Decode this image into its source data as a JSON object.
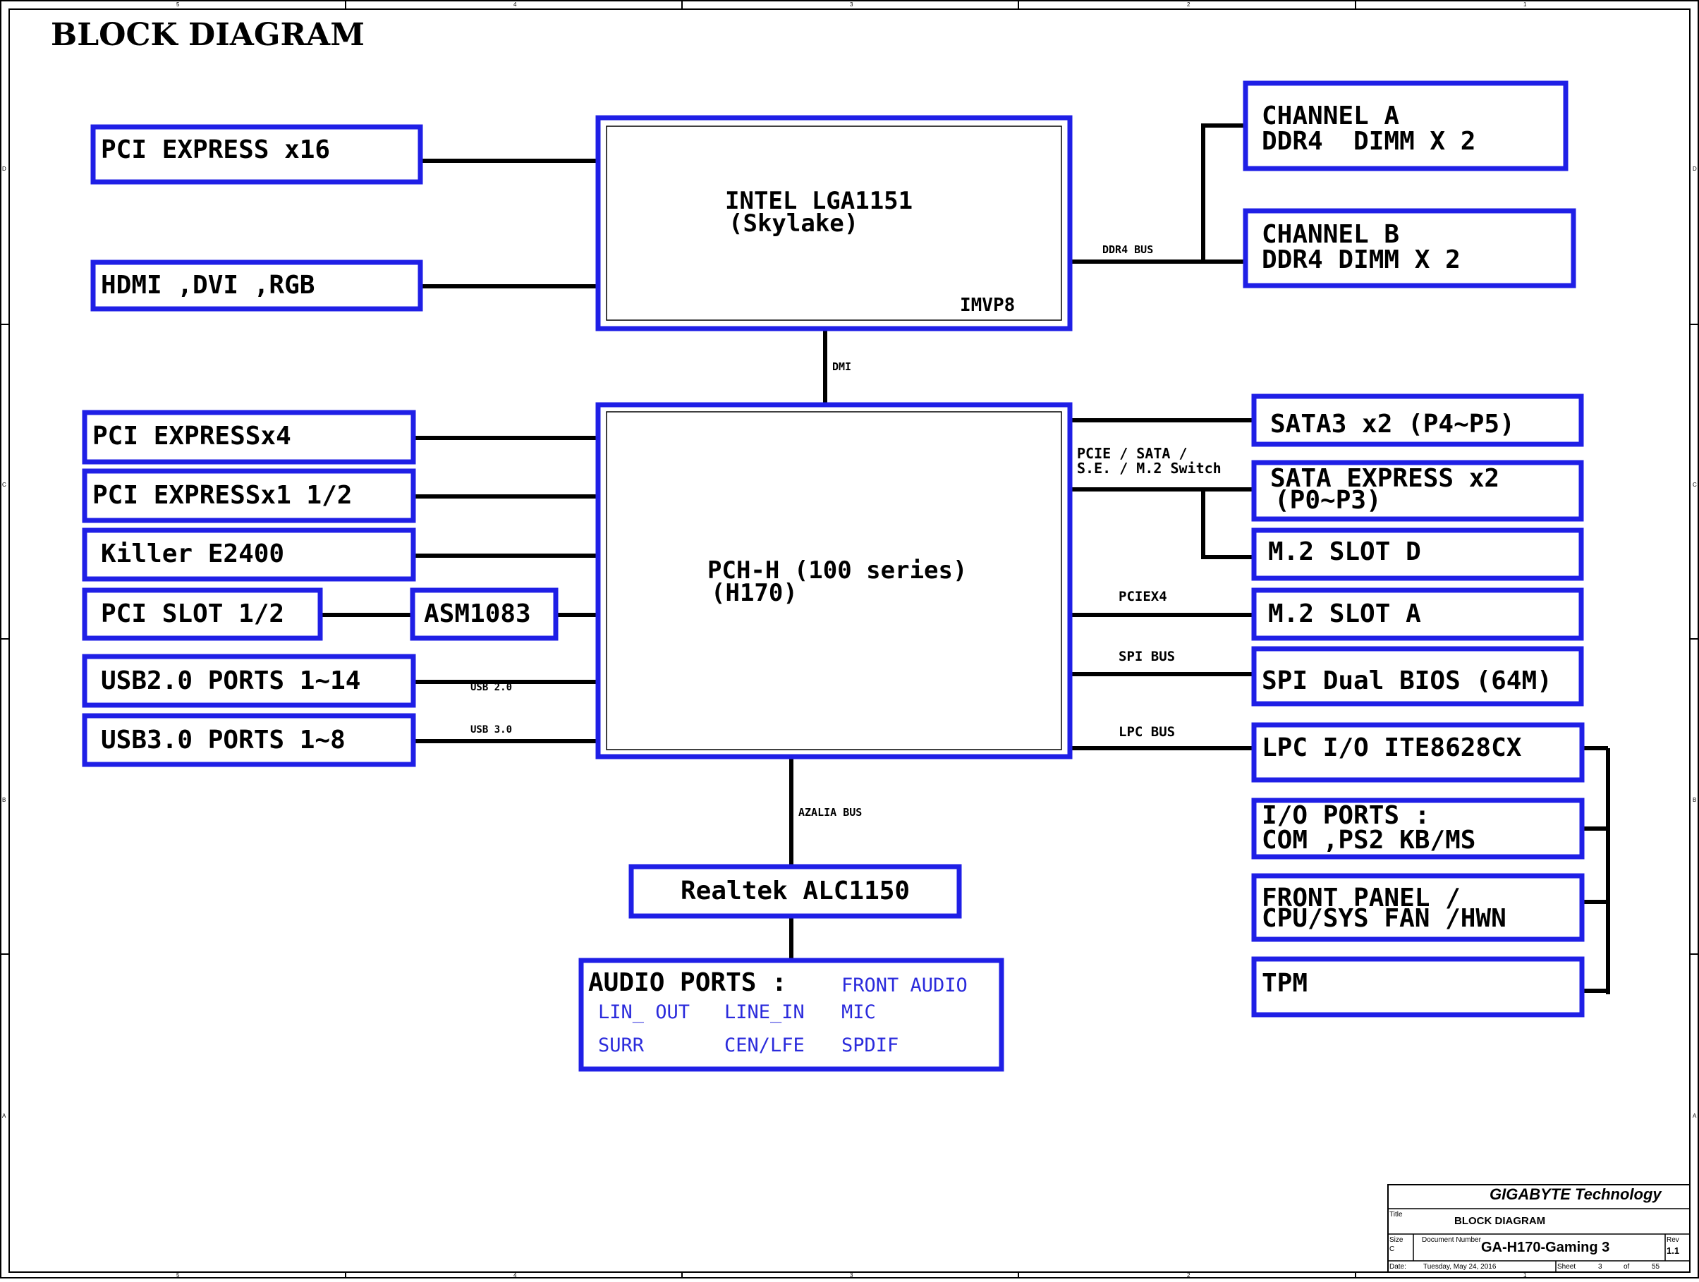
{
  "page_title": "BLOCK DIAGRAM",
  "zone_columns": [
    "5",
    "4",
    "3",
    "2",
    "1"
  ],
  "zone_rows": [
    "D",
    "C",
    "B",
    "A"
  ],
  "blocks": {
    "pci_express_x16": "PCI EXPRESS x16",
    "hdmi_dvi_rgb": "HDMI ,DVI ,RGB",
    "cpu_line1": "INTEL LGA1151",
    "cpu_line2": "(Skylake)",
    "cpu_vr": "IMVP8",
    "channel_a_line1": "CHANNEL A",
    "channel_a_line2": "DDR4  DIMM X 2",
    "channel_b_line1": "CHANNEL B",
    "channel_b_line2": "DDR4 DIMM X 2",
    "pci_express_x4": "PCI EXPRESSx4",
    "pci_express_x1": "PCI EXPRESSx1 1/2",
    "killer": "Killer E2400",
    "pci_slot": "PCI SLOT 1/2",
    "asm1083": "ASM1083",
    "usb2_ports": "USB2.0 PORTS 1~14",
    "usb3_ports": "USB3.0 PORTS 1~8",
    "pch_line1": "PCH-H (100 series)",
    "pch_line2": "(H170)",
    "sata3": "SATA3 x2 (P4~P5)",
    "sata_express_line1": "SATA EXPRESS x2",
    "sata_express_line2": "(P0~P3)",
    "m2_slot_d": "M.2 SLOT D",
    "m2_slot_a": "M.2 SLOT A",
    "spi_bios": "SPI Dual BIOS (64M)",
    "lpc_io": "LPC I/O ITE8628CX",
    "io_ports_line1": "I/O PORTS :",
    "io_ports_line2": "COM ,PS2 KB/MS",
    "front_panel_line1": "FRONT PANEL /",
    "front_panel_line2": "CPU/SYS FAN /HWN",
    "tpm": "TPM",
    "realtek": "Realtek ALC1150",
    "audio_ports_label": "AUDIO PORTS :",
    "audio_front": "FRONT AUDIO",
    "audio_lin_out": "LIN_ OUT",
    "audio_line_in": "LINE_IN",
    "audio_mic": "MIC",
    "audio_surr": "SURR",
    "audio_cen_lfe": "CEN/LFE",
    "audio_spdif": "SPDIF"
  },
  "buses": {
    "ddr4_bus": "DDR4 BUS",
    "dmi": "DMI",
    "pcie_sata_line1": "PCIE / SATA /",
    "pcie_sata_line2": "S.E. / M.2 Switch",
    "pciex4": "PCIEX4",
    "spi_bus": "SPI BUS",
    "lpc_bus": "LPC BUS",
    "usb20": "USB 2.0",
    "usb30": "USB 3.0",
    "azalia_bus": "AZALIA BUS"
  },
  "title_block": {
    "company": "GIGABYTE Technology",
    "title_label": "Title",
    "title": "BLOCK DIAGRAM",
    "size_label": "Size",
    "size": "C",
    "docnum_label": "Document Number",
    "docnum": "GA-H170-Gaming 3",
    "rev_label": "Rev",
    "rev": "1.1",
    "date_label": "Date:",
    "date": "Tuesday, May 24, 2016",
    "sheet_label": "Sheet",
    "sheet": "3",
    "of_label": "of",
    "total": "55"
  },
  "colors": {
    "block_border": "#1f1fe6",
    "wire": "#000000",
    "audio_text": "#2b2bdc",
    "company_text": "#1a1ad0"
  }
}
